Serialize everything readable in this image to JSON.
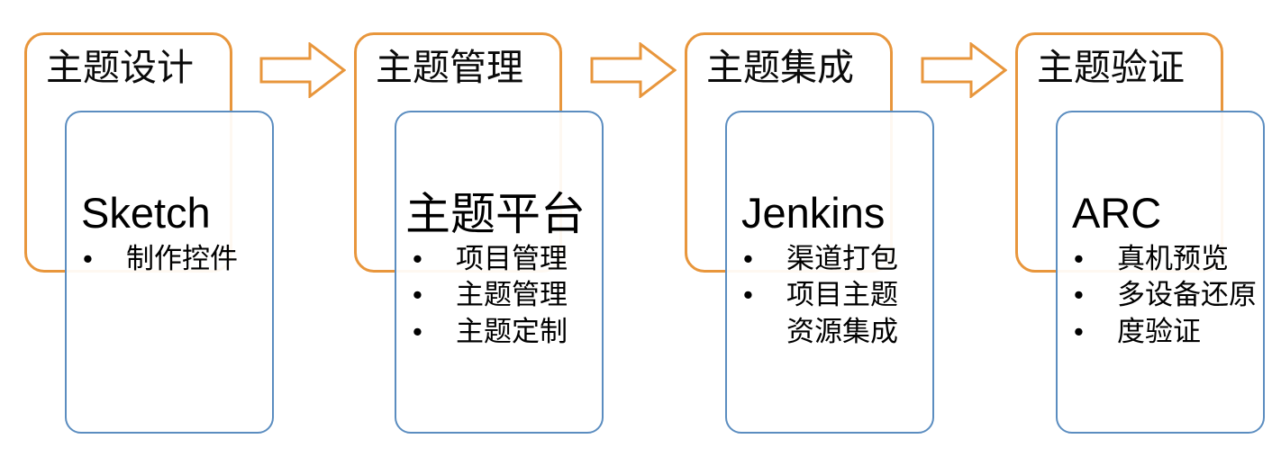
{
  "diagram": {
    "title_text_style": "serif",
    "colors": {
      "outer_card_border": "#E8963C",
      "inner_card_border": "#5B8DC0",
      "arrow_stroke": "#E8963C",
      "text": "#000000",
      "background": "#FFFFFF"
    },
    "stages": [
      {
        "id": "stage-1",
        "phase_label": "主题设计",
        "product_name": "Sketch",
        "product_font": "sans",
        "bullets": [
          {
            "text": "制作控件",
            "lines": [
              "制作控件"
            ]
          }
        ]
      },
      {
        "id": "stage-2",
        "phase_label": "主题管理",
        "product_name": "主题平台",
        "product_font": "serif",
        "bullets": [
          {
            "text": "项目管理",
            "lines": [
              "项目管理"
            ]
          },
          {
            "text": "主题管理",
            "lines": [
              "主题管理"
            ]
          },
          {
            "text": "主题定制",
            "lines": [
              "主题定制"
            ]
          }
        ]
      },
      {
        "id": "stage-3",
        "phase_label": "主题集成",
        "product_name": "Jenkins",
        "product_font": "sans",
        "bullets": [
          {
            "text": "渠道打包",
            "lines": [
              "渠道打包"
            ]
          },
          {
            "text": "项目主题资源集成",
            "lines": [
              "项目主题",
              "资源集成"
            ]
          }
        ]
      },
      {
        "id": "stage-4",
        "phase_label": "主题验证",
        "product_name": "ARC",
        "product_font": "sans",
        "bullets": [
          {
            "text": "真机预览",
            "lines": [
              "真机预览"
            ]
          },
          {
            "text": "多设备还原",
            "lines": [
              "多设备还原"
            ]
          },
          {
            "text": "度验证",
            "lines": [
              "度验证"
            ]
          }
        ]
      }
    ],
    "arrows": [
      {
        "id": "arrow-1",
        "from": "stage-1",
        "to": "stage-2",
        "direction": "right"
      },
      {
        "id": "arrow-2",
        "from": "stage-2",
        "to": "stage-3",
        "direction": "right"
      },
      {
        "id": "arrow-3",
        "from": "stage-3",
        "to": "stage-4",
        "direction": "right"
      }
    ],
    "bullet_glyph": "•"
  }
}
